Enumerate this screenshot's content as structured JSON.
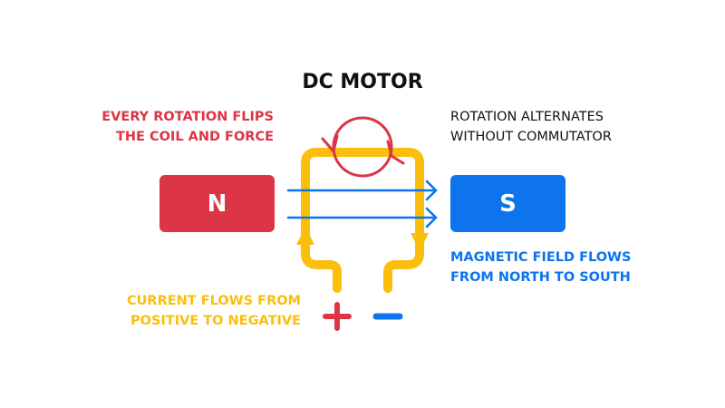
{
  "title": "DC MOTOR",
  "labels": {
    "rotation_flip": [
      "EVERY ROTATION FLIPS",
      "THE COIL AND FORCE"
    ],
    "alternates": [
      "ROTATION ALTERNATES",
      "WITHOUT COMMUTATOR"
    ],
    "field": [
      "MAGNETIC FIELD FLOWS",
      "FROM  NORTH TO SOUTH"
    ],
    "current": [
      "CURRENT FLOWS FROM",
      "POSITIVE TO NEGATIVE"
    ]
  },
  "magnets": {
    "north": "N",
    "south": "S"
  },
  "colors": {
    "red": "#dc3545",
    "blue": "#0d74ee",
    "yellow": "#fbbe0c",
    "text": "#111111"
  }
}
